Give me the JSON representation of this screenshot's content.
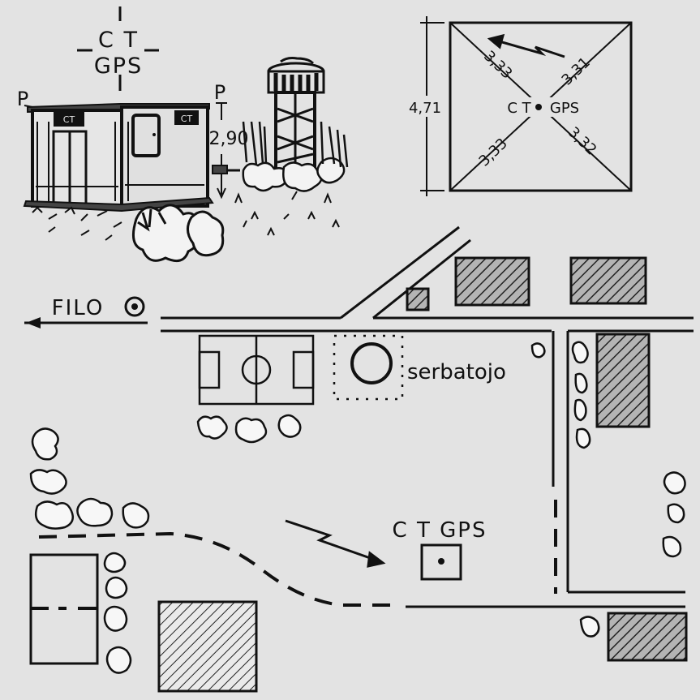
{
  "labels": {
    "ct_top": "C T",
    "gps_top": "GPS",
    "p_left": "P",
    "p_right": "P",
    "height_value": "2,90",
    "sign_text": "CT",
    "window_sign_text": "CT",
    "dim_top_right": "3,31",
    "dim_top_left": "3,33",
    "dim_bottom_left": "3,33",
    "dim_bottom_right": "3,32",
    "dim_side": "4,71",
    "center_ct": "C T",
    "center_gps": "GPS",
    "filo": "FILO",
    "serbatojo": "serbatojo",
    "ct_gps_map": "C T  GPS"
  },
  "colors": {
    "background": "#e3e3e3",
    "ink": "#111111",
    "hatch_fill": "#9a9a9a",
    "bush_halo": "#f7f7f7"
  }
}
